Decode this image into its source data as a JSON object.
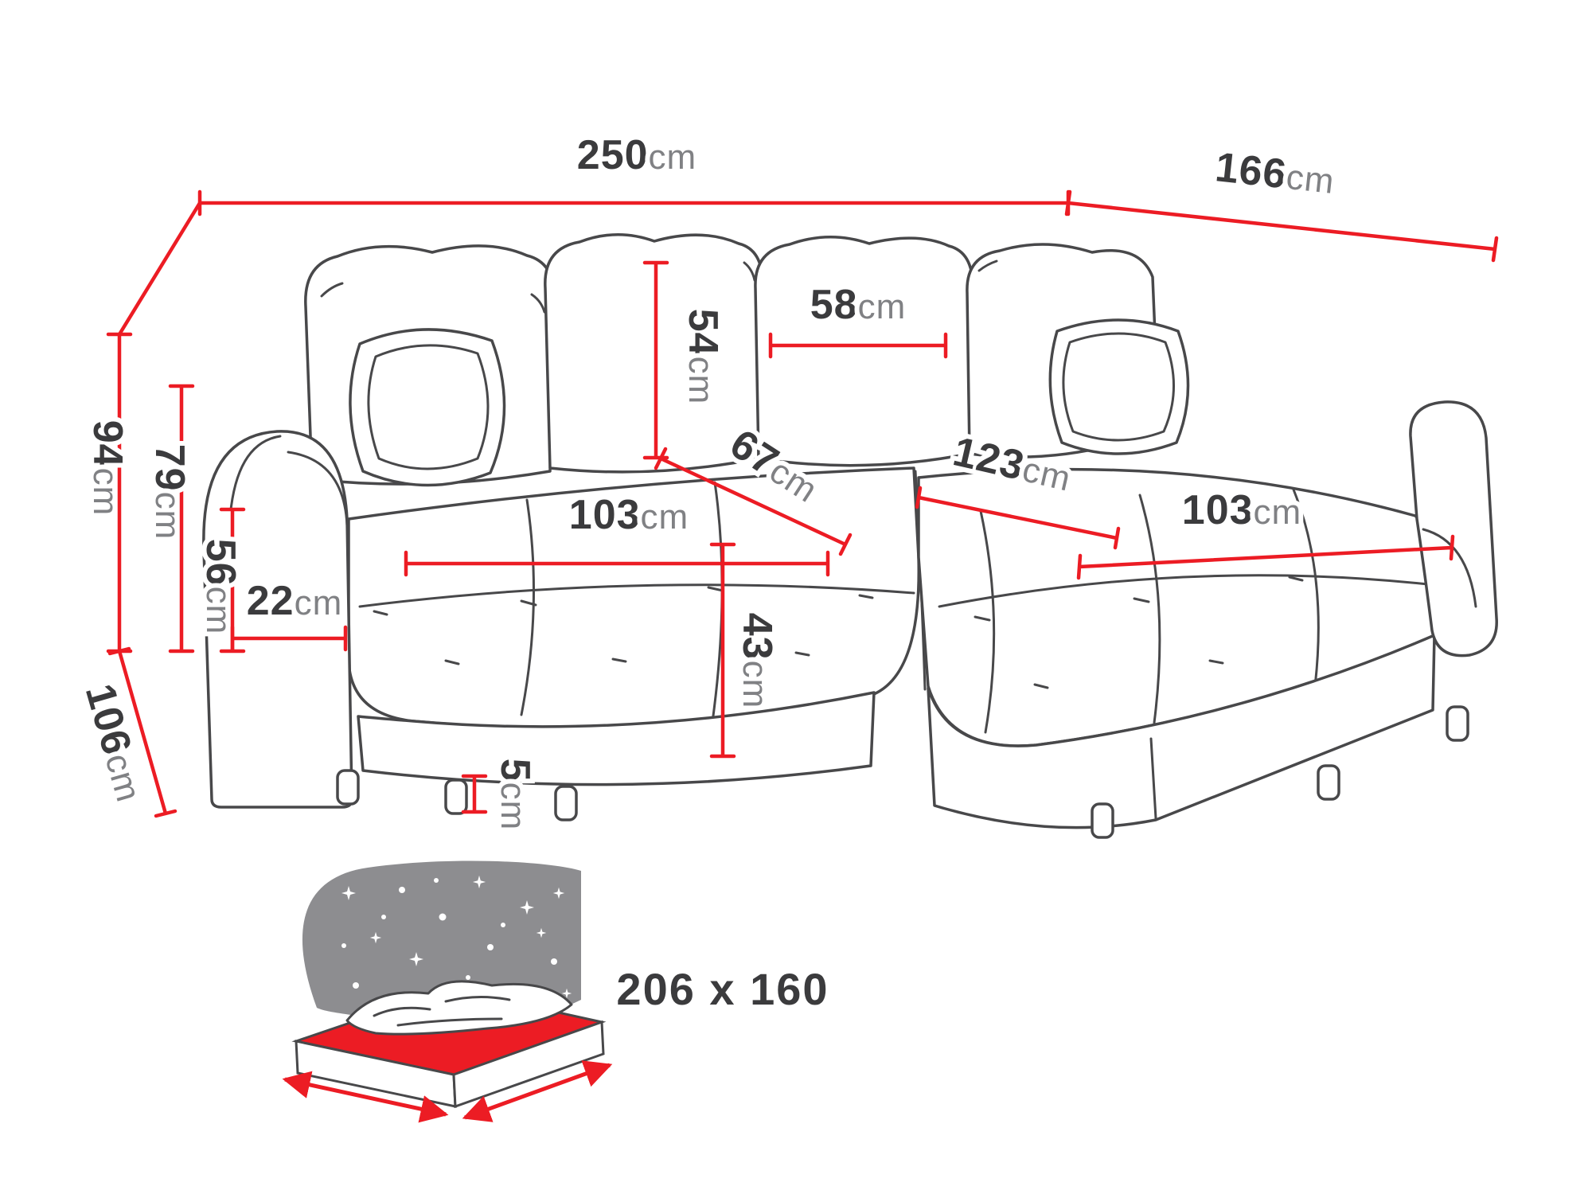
{
  "dims": {
    "total_width": {
      "v": "250",
      "u": "cm"
    },
    "total_depth": {
      "v": "166",
      "u": "cm"
    },
    "total_height": {
      "v": "94",
      "u": "cm"
    },
    "backrest_height": {
      "v": "79",
      "u": "cm"
    },
    "armrest_height": {
      "v": "56",
      "u": "cm"
    },
    "side_depth": {
      "v": "106",
      "u": "cm"
    },
    "armrest_width": {
      "v": "22",
      "u": "cm"
    },
    "seat_width_left": {
      "v": "103",
      "u": "cm"
    },
    "back_cushion_height": {
      "v": "54",
      "u": "cm"
    },
    "back_cushion_width": {
      "v": "58",
      "u": "cm"
    },
    "seat_depth": {
      "v": "67",
      "u": "cm"
    },
    "chaise_length": {
      "v": "123",
      "u": "cm"
    },
    "seat_width_right": {
      "v": "103",
      "u": "cm"
    },
    "seat_height": {
      "v": "43",
      "u": "cm"
    },
    "leg_height": {
      "v": "5",
      "u": "cm"
    }
  },
  "sleeping_area": {
    "label": "206 x 160"
  },
  "colors": {
    "dimension_red": "#ec1c24",
    "outline_dark": "#48484a",
    "icon_gray": "#8d8d90"
  }
}
